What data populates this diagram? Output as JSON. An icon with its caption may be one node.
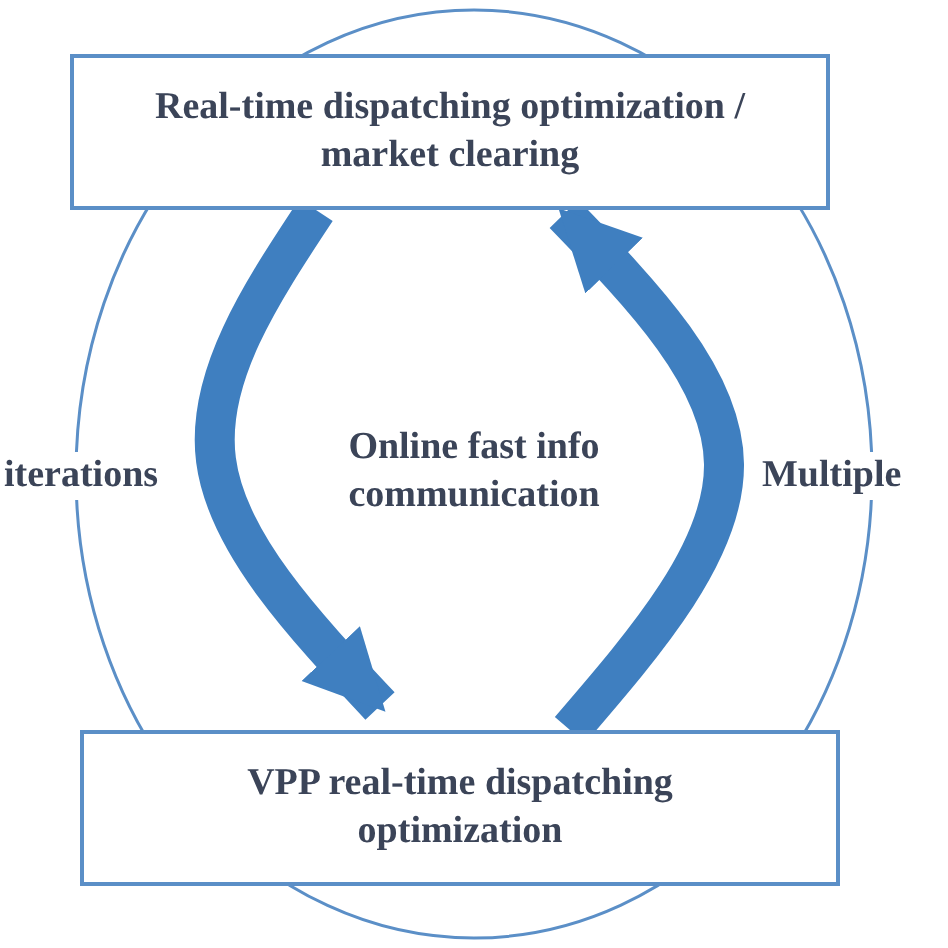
{
  "diagram": {
    "nodes": [
      {
        "text": [
          "Real-time dispatching optimization / market clearing"
        ]
      },
      {
        "text": [
          "VPP real-time dispatching optimization"
        ]
      }
    ],
    "edges": [
      {
        "from": 0,
        "to": 1,
        "arrow": "to"
      },
      {
        "from": 1,
        "to": 0,
        "arrow": "to"
      }
    ],
    "labels": [
      "iterations",
      "Online  fast info communication",
      "Multiple"
    ]
  }
}
